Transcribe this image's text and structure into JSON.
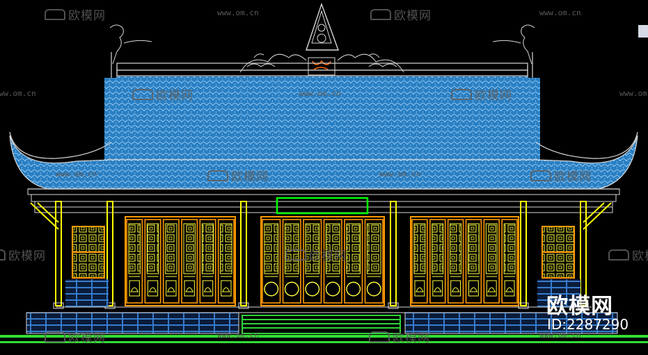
{
  "drawing": {
    "background": "#000000",
    "colors": {
      "roof_tile": "#2f86c9",
      "roof_tile_line": "#9fd3ff",
      "outline": "#c8c8c8",
      "column": "#ffff00",
      "door_frame": "#ff9a00",
      "door_panel": "#ffff3c",
      "plaque": "#00ff00",
      "steps": "#2fd63a",
      "ground": "#33dd33",
      "base_brick": "#2f7fd4",
      "ornament": "#ff6a00"
    }
  },
  "watermarks": {
    "brand_text": "欧模网",
    "url_text": "www.om.cn"
  },
  "brand": {
    "name": "欧模网",
    "id_text": "ID:2287290"
  }
}
